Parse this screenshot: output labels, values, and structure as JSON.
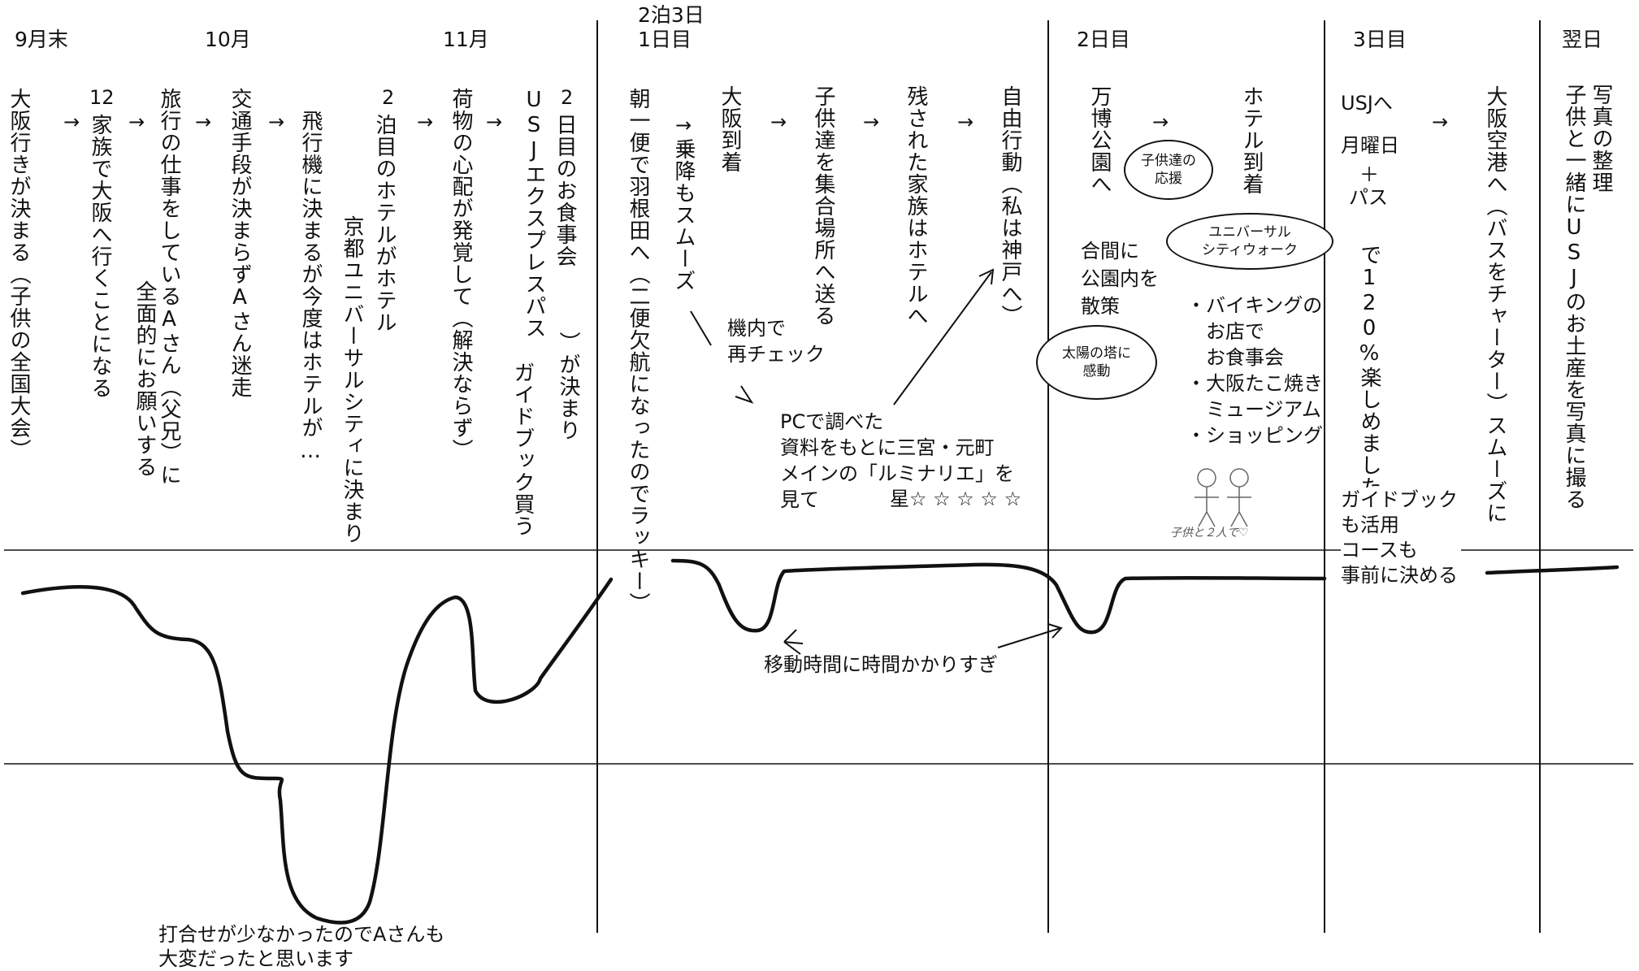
{
  "headers": {
    "sep_end": "9月末",
    "oct": "10月",
    "nov": "11月",
    "trip": "2泊3日",
    "day1": "1日目",
    "day2": "2日目",
    "day3": "3日目",
    "next_day": "翌日"
  },
  "arrows": {
    "right": "→",
    "right_v": "→"
  },
  "prep": {
    "c1": "大阪行きが決まる（子供の全国大会）",
    "c2_top": "12",
    "c2": "家族で大阪へ行くことになる",
    "c3a": "旅行の仕事をしているAさん（父兄）に",
    "c3b": "全面的にお願いする",
    "c4": "交通手段が決まらずAさん迷走",
    "c5": "飛行機に決まるが今度はホテルが…",
    "c6_top": "2",
    "c6a": "泊目のホテルがホテル",
    "c6b": "京都ユニバーサルシティに決まり",
    "c7": "荷物の心配が発覚して（解決ならず）",
    "c8_top": "2",
    "c8a": "日目のお食事会",
    "c8b": "USJエクスプレスパス",
    "c8c": "）が決まり",
    "c8d": "ガイドブック買う"
  },
  "day1": {
    "c1": "朝一便で羽根田へ（二便欠航になったのでラッキー）",
    "c2": "乗降もスムーズ",
    "c3": "大阪到着",
    "c4": "子供達を集合場所へ送る",
    "c5": "残された家族はホテルへ",
    "c6": "自由行動（私は神戸へ）",
    "note_plane": "機内で\n再チェック",
    "note_pc": "PCで調べた\n資料をもとに三宮・元町\nメインの「ルミナリエ」を\n見て",
    "stars": "星☆ ☆ ☆ ☆ ☆"
  },
  "day2": {
    "c1": "万博公園へ",
    "c2": "ホテル到着",
    "bubble_support": "子供達の\n応援",
    "bubble_citywalk": "ユニバーサル\nシティウォーク",
    "walk": "合間に\n公園内を\n散策",
    "bubble_tower": "太陽の塔に\n感動",
    "list": "・バイキングの\n　お店で\n　お食事会\n・大阪たこ焼き\n　ミュージアム\n・ショッピング",
    "handwriting": "子供と２人で♡"
  },
  "day3": {
    "usj": "USJへ",
    "monday": "月曜日",
    "plus": "＋",
    "pass": "パス",
    "enjoy": "で120%楽しめました。",
    "airport": "大阪空港へ（バスをチャーター）スムーズに",
    "guide": "ガイドブック\nも活用\nコースも\n事前に決める"
  },
  "next": {
    "c1": "写真の整理",
    "c2": "子供と一緒にUSJのお土産を写真に撮る"
  },
  "curve_notes": {
    "meeting": "打合せが少なかったのでAさんも\n大変だったと思います",
    "travel_time": "移動時間に時間かかりすぎ"
  }
}
